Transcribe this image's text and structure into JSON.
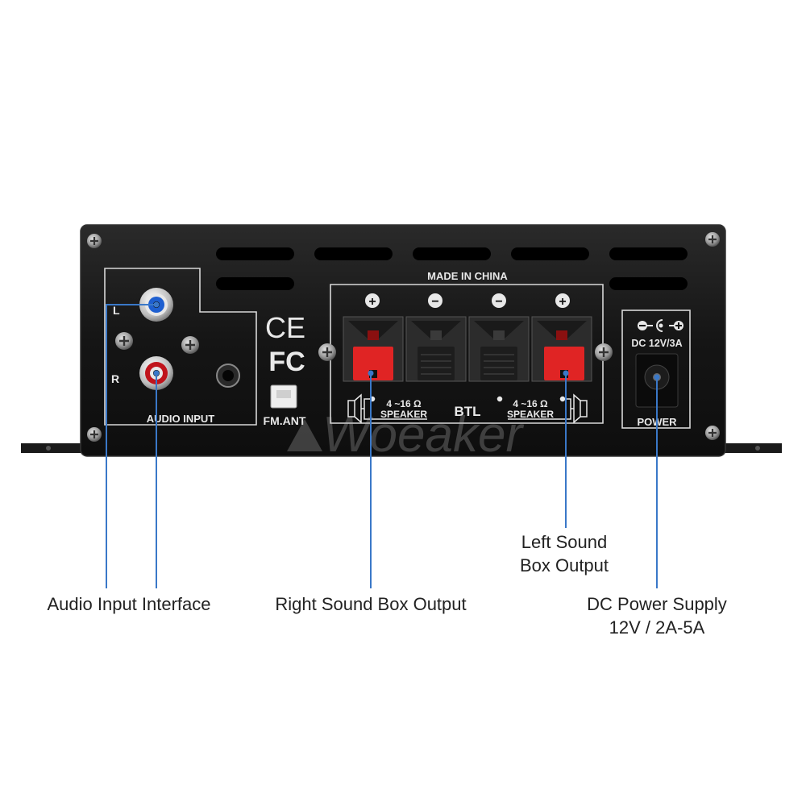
{
  "panel": {
    "made_in": "MADE IN CHINA",
    "left_channel": "L",
    "right_channel": "R",
    "audio_input": "AUDIO INPUT",
    "ce_mark": "CE",
    "fcc_mark": "FC",
    "fm_ant": "FM.ANT",
    "polarity_marks": [
      "+",
      "−",
      "−",
      "+"
    ],
    "impedance_left": "4 ~16 Ω",
    "impedance_right": "4 ~16 Ω",
    "speaker_left": "SPEAKER",
    "speaker_right": "SPEAKER",
    "btl": "BTL",
    "dc_rating": "DC 12V/3A",
    "power": "POWER",
    "watermark": "Woeaker"
  },
  "callouts": {
    "audio_input": "Audio Input Interface",
    "right_output": "Right Sound Box Output",
    "left_output_line1": "Left Sound",
    "left_output_line2": "Box Output",
    "dc_supply_line1": "DC Power Supply",
    "dc_supply_line2": "12V / 2A-5A"
  },
  "colors": {
    "panel": "#151515",
    "label_line": "#3a78c8",
    "rca_red": "#c0141c",
    "rca_blue": "#1e5fd0",
    "terminal_red": "#e02424"
  }
}
